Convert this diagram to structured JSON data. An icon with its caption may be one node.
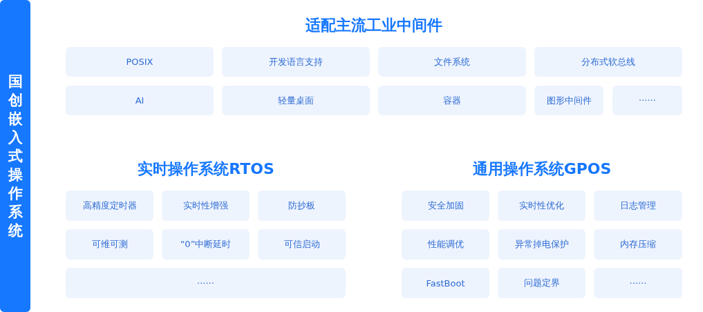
{
  "diagram": {
    "nodes": [
      {
        "text": [
          "国创嵌入式操作系统"
        ]
      },
      {
        "text": [
          "POSIX"
        ]
      },
      {
        "text": [
          "开发语言支持"
        ]
      },
      {
        "text": [
          "文件系统"
        ]
      },
      {
        "text": [
          "分布式软总线"
        ]
      },
      {
        "text": [
          "AI"
        ]
      },
      {
        "text": [
          "轻量桌面"
        ]
      },
      {
        "text": [
          "容器"
        ]
      },
      {
        "text": [
          "图形中间件"
        ]
      },
      {
        "text": [
          "······"
        ]
      },
      {
        "text": [
          "高精度定时器"
        ]
      },
      {
        "text": [
          "实时性增强"
        ]
      },
      {
        "text": [
          "防抄板"
        ]
      },
      {
        "text": [
          "可维可测"
        ]
      },
      {
        "text": [
          "“0”中断延时"
        ]
      },
      {
        "text": [
          "可信启动"
        ]
      },
      {
        "text": [
          "······"
        ]
      },
      {
        "text": [
          "安全加固"
        ]
      },
      {
        "text": [
          "实时性优化"
        ]
      },
      {
        "text": [
          "日志管理"
        ]
      },
      {
        "text": [
          "性能调优"
        ]
      },
      {
        "text": [
          "异常掉电保护"
        ]
      },
      {
        "text": [
          "内存压缩"
        ]
      },
      {
        "text": [
          "FastBoot"
        ]
      },
      {
        "text": [
          "问题定界"
        ]
      },
      {
        "text": [
          "······"
        ]
      }
    ],
    "labels": [
      "适配主流工业中间件",
      "实时操作系统RTOS",
      "通用操作系统GPOS"
    ]
  }
}
